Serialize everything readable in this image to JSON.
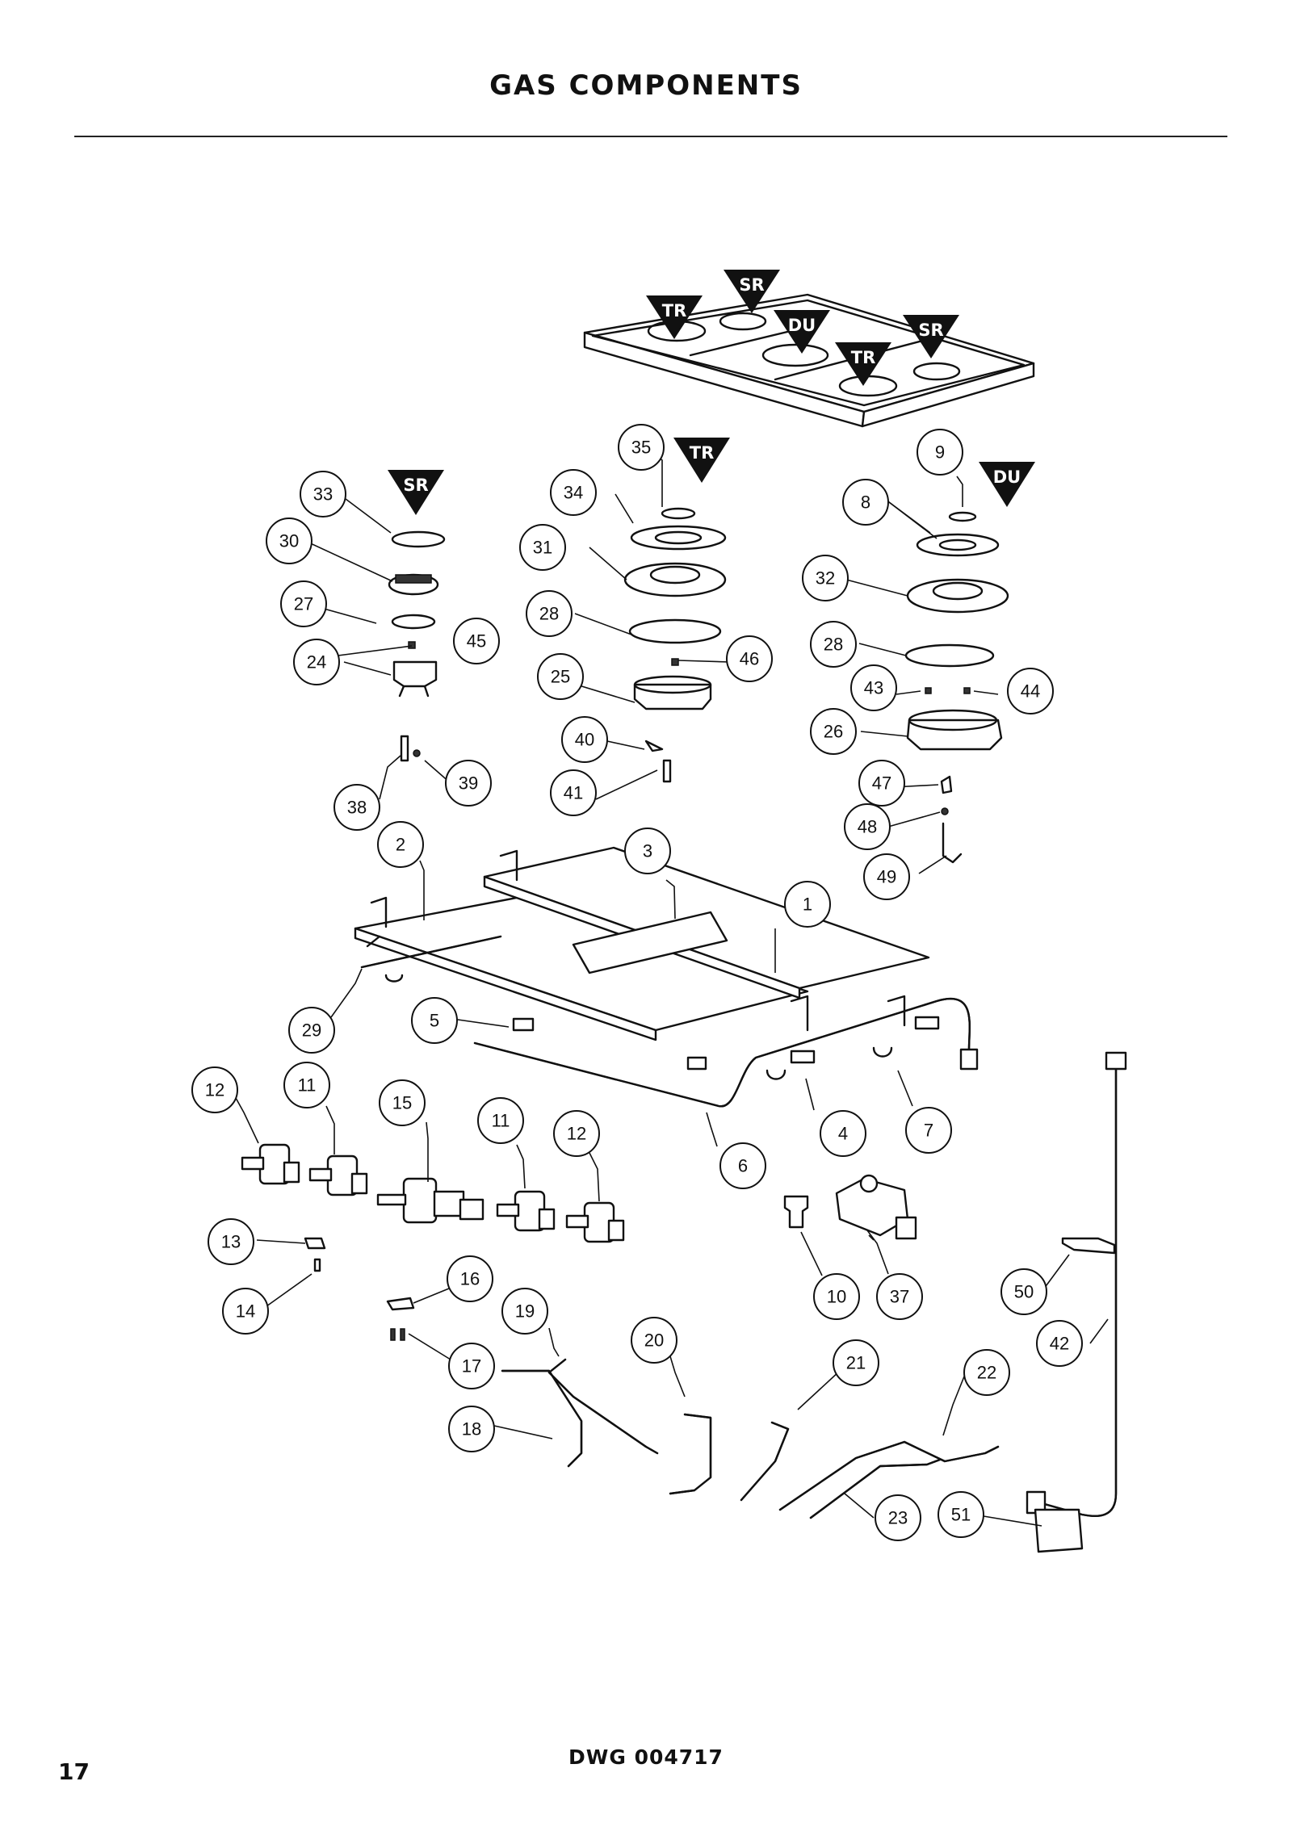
{
  "header": {
    "title": "GAS COMPONENTS"
  },
  "footer": {
    "drawing_number": "DWG 004717",
    "page_number": "17"
  },
  "badges": [
    {
      "id": "b-tr-1",
      "label": "TR"
    },
    {
      "id": "b-sr-1",
      "label": "SR"
    },
    {
      "id": "b-du-1",
      "label": "DU"
    },
    {
      "id": "b-sr-2",
      "label": "SR"
    },
    {
      "id": "b-tr-2",
      "label": "TR"
    },
    {
      "id": "b-tr-3",
      "label": "TR"
    },
    {
      "id": "b-sr-3",
      "label": "SR"
    },
    {
      "id": "b-du-2",
      "label": "DU"
    }
  ],
  "callouts": [
    {
      "id": "c1",
      "label": "1"
    },
    {
      "id": "c2",
      "label": "2"
    },
    {
      "id": "c3",
      "label": "3"
    },
    {
      "id": "c4",
      "label": "4"
    },
    {
      "id": "c5",
      "label": "5"
    },
    {
      "id": "c6",
      "label": "6"
    },
    {
      "id": "c7",
      "label": "7"
    },
    {
      "id": "c8",
      "label": "8"
    },
    {
      "id": "c9",
      "label": "9"
    },
    {
      "id": "c10",
      "label": "10"
    },
    {
      "id": "c11a",
      "label": "11"
    },
    {
      "id": "c11b",
      "label": "11"
    },
    {
      "id": "c12a",
      "label": "12"
    },
    {
      "id": "c12b",
      "label": "12"
    },
    {
      "id": "c13",
      "label": "13"
    },
    {
      "id": "c14",
      "label": "14"
    },
    {
      "id": "c15",
      "label": "15"
    },
    {
      "id": "c16",
      "label": "16"
    },
    {
      "id": "c17",
      "label": "17"
    },
    {
      "id": "c18",
      "label": "18"
    },
    {
      "id": "c19",
      "label": "19"
    },
    {
      "id": "c20",
      "label": "20"
    },
    {
      "id": "c21",
      "label": "21"
    },
    {
      "id": "c22",
      "label": "22"
    },
    {
      "id": "c23",
      "label": "23"
    },
    {
      "id": "c24",
      "label": "24"
    },
    {
      "id": "c25",
      "label": "25"
    },
    {
      "id": "c26",
      "label": "26"
    },
    {
      "id": "c27",
      "label": "27"
    },
    {
      "id": "c28a",
      "label": "28"
    },
    {
      "id": "c28b",
      "label": "28"
    },
    {
      "id": "c29",
      "label": "29"
    },
    {
      "id": "c30",
      "label": "30"
    },
    {
      "id": "c31",
      "label": "31"
    },
    {
      "id": "c32",
      "label": "32"
    },
    {
      "id": "c33",
      "label": "33"
    },
    {
      "id": "c34",
      "label": "34"
    },
    {
      "id": "c35",
      "label": "35"
    },
    {
      "id": "c37",
      "label": "37"
    },
    {
      "id": "c38",
      "label": "38"
    },
    {
      "id": "c39",
      "label": "39"
    },
    {
      "id": "c40",
      "label": "40"
    },
    {
      "id": "c41",
      "label": "41"
    },
    {
      "id": "c42",
      "label": "42"
    },
    {
      "id": "c43",
      "label": "43"
    },
    {
      "id": "c44",
      "label": "44"
    },
    {
      "id": "c45",
      "label": "45"
    },
    {
      "id": "c46",
      "label": "46"
    },
    {
      "id": "c47",
      "label": "47"
    },
    {
      "id": "c48",
      "label": "48"
    },
    {
      "id": "c49",
      "label": "49"
    },
    {
      "id": "c50",
      "label": "50"
    },
    {
      "id": "c51",
      "label": "51"
    }
  ]
}
